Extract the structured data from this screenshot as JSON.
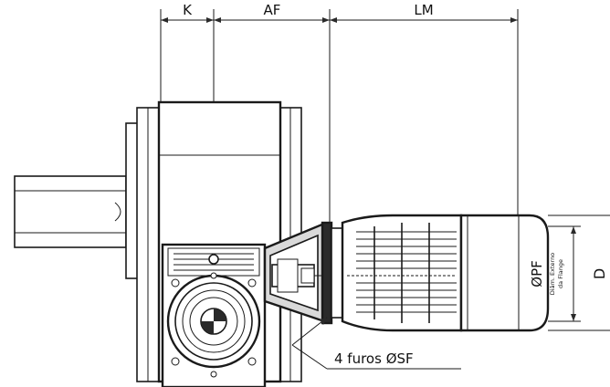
{
  "dimensions": {
    "k": "K",
    "af": "AF",
    "lm": "LM",
    "pf": "ØPF",
    "pf_note_line1": "Diâm. Externo",
    "pf_note_line2": "da Flange",
    "d": "D"
  },
  "callout": {
    "holes": "4 furos ØSF"
  },
  "colors": {
    "line": "#1a1a1a",
    "background": "#ffffff"
  }
}
